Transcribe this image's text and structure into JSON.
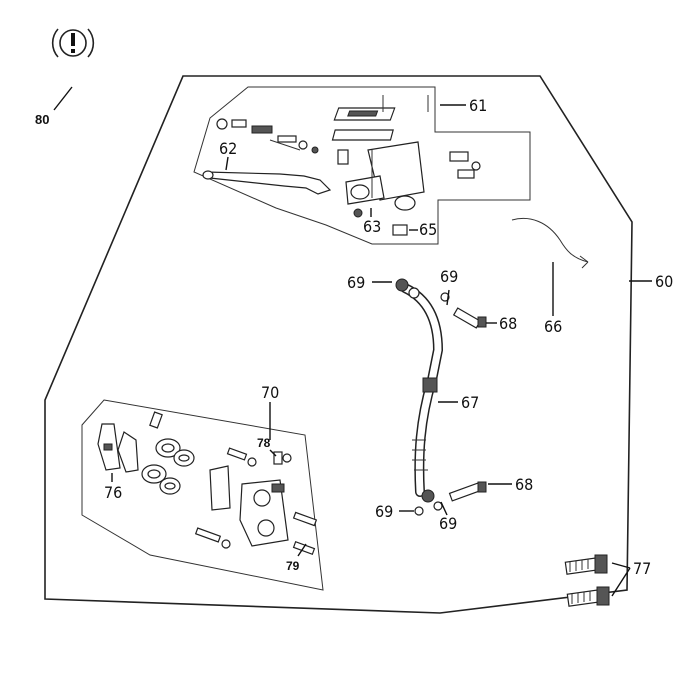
{
  "warning_symbol": {
    "icon": "brake-warning-icon",
    "callout": "80"
  },
  "callouts": {
    "assembly": "60",
    "reservoir_cap": "61",
    "lever": "62",
    "boot": "63",
    "switch": "65",
    "hose_clip": "66",
    "brake_hose": "67",
    "banjo_bolt_top": "68",
    "banjo_bolt_bottom": "68",
    "washer_top_left": "69",
    "washer_top_right": "69",
    "washer_bottom_left": "69",
    "washer_bottom_right": "69",
    "caliper_assembly": "70",
    "pads": "76",
    "mounting_bolts": "77",
    "bleeder_screw": "78",
    "pin": "79"
  },
  "colors": {
    "line": "#222222",
    "background": "#ffffff"
  }
}
